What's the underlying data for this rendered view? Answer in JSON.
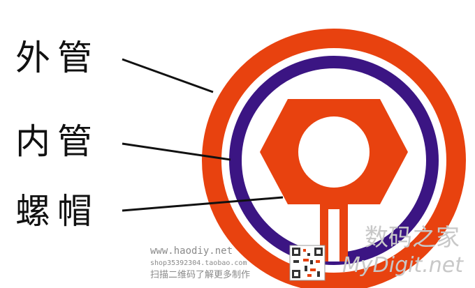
{
  "labels": {
    "outer_pipe": "外管",
    "inner_pipe": "内管",
    "nut": "螺帽"
  },
  "colors": {
    "outer_ring": "#e8420f",
    "inner_ring": "#3b1583",
    "nut": "#e8420f",
    "leader_line": "#111111",
    "label_text": "#111111",
    "watermark": "#8a8a8a",
    "brand_watermark": "#c8c8c8"
  },
  "watermark": {
    "site": "www.haodiy.net",
    "shop": "shop35392304.taobao.com",
    "scan_text": "扫描二维码了解更多制作",
    "qr_icon": "qr-code-icon",
    "brand_cn": "数码之家",
    "brand_en": "MyDigit.net"
  }
}
